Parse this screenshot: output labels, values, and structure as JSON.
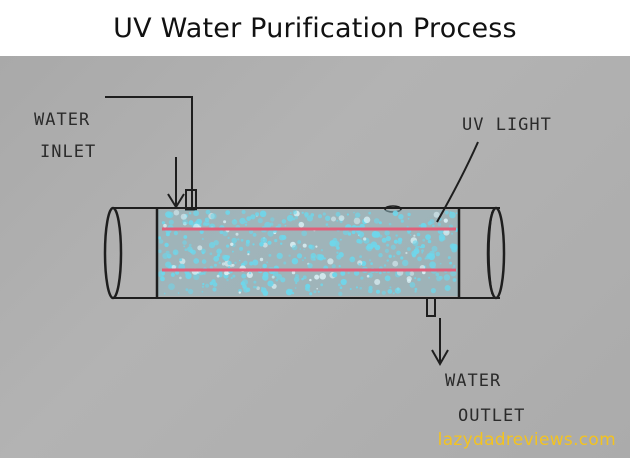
{
  "title": "UV Water Purification Process",
  "labels": {
    "water_inlet_line1": "WATER",
    "water_inlet_line2": "INLET",
    "uv_light": "UV LIGHT",
    "water_outlet_line1": "WATER",
    "water_outlet_line2": "OUTLET"
  },
  "watermark": "lazydadreviews.com",
  "colors": {
    "paper": "#afafaf",
    "water": "#6fd6ea",
    "uv_lamp": "#e0607a",
    "ink": "#1e1e1e",
    "watermark": "#f3c320"
  }
}
